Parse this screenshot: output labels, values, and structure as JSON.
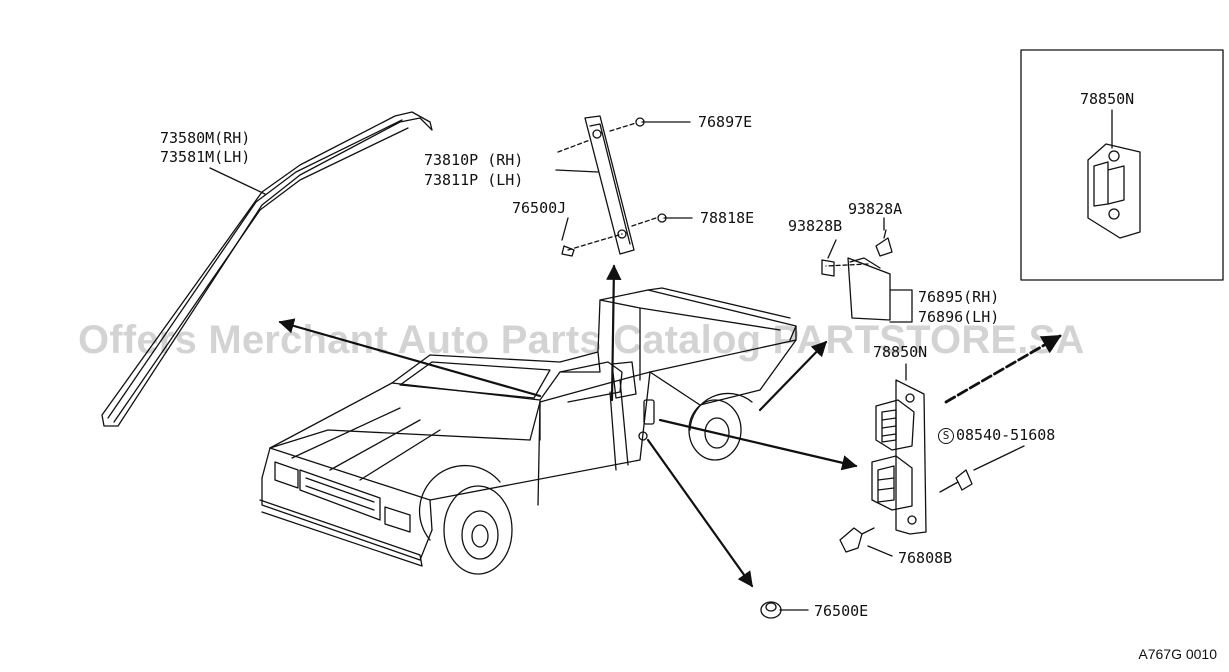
{
  "labels": {
    "p73580m": "73580M(RH)",
    "p73581m": "73581M(LH)",
    "p73810p": "73810P (RH)",
    "p73811p": "73811P (LH)",
    "p76897e": "76897E",
    "p76500j": "76500J",
    "p78818e": "78818E",
    "p93828a": "93828A",
    "p93828b": "93828B",
    "p76895": "76895(RH)",
    "p76896": "76896(LH)",
    "p78850n_main": "78850N",
    "p78850n_inset": "78850N",
    "p08540_symbol": "S",
    "p08540": "08540-51608",
    "p76808b": "76808B",
    "p76500e": "76500E"
  },
  "watermark": "Offers Merchant Auto Parts Catalog PARTSTORE.SA",
  "diagram_code": "A767G 0010",
  "colors": {
    "line": "#111111",
    "watermark": "#000000"
  }
}
